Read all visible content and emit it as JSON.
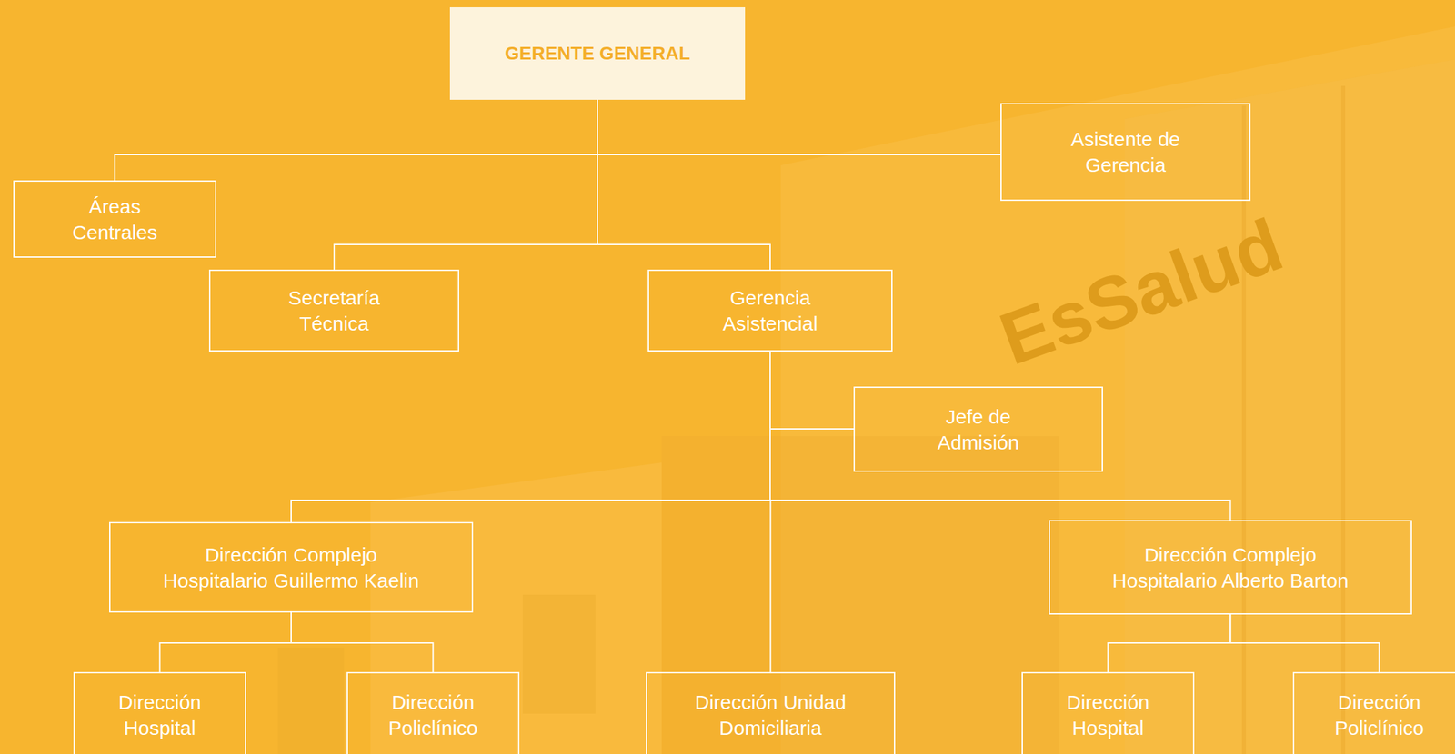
{
  "diagram": {
    "nodes": [
      {
        "text": [
          "GERENTE GENERAL"
        ]
      },
      {
        "text": [
          "Asistente de Gerencia"
        ]
      },
      {
        "text": [
          "Áreas Centrales"
        ]
      },
      {
        "text": [
          "Secretaría Técnica"
        ]
      },
      {
        "text": [
          "Gerencia Asistencial"
        ]
      },
      {
        "text": [
          "Jefe de Admisión"
        ]
      },
      {
        "text": [
          "Dirección Complejo Hospitalario Guillermo Kaelin"
        ]
      },
      {
        "text": [
          "Dirección Complejo Hospitalario Alberto Barton"
        ]
      },
      {
        "text": [
          "Dirección Hospital"
        ]
      },
      {
        "text": [
          "Dirección Policlínico"
        ]
      },
      {
        "text": [
          "Dirección Unidad Domiciliaria"
        ]
      },
      {
        "text": [
          "Dirección Hospital"
        ]
      },
      {
        "text": [
          "Dirección Policlínico"
        ]
      }
    ],
    "edges": [
      {
        "from": 0,
        "to": 2,
        "arrow": "none"
      },
      {
        "from": 0,
        "to": 1,
        "arrow": "none"
      },
      {
        "from": 0,
        "to": 3,
        "arrow": "none"
      },
      {
        "from": 0,
        "to": 4,
        "arrow": "none"
      },
      {
        "from": 4,
        "to": 5,
        "arrow": "none"
      },
      {
        "from": 4,
        "to": 6,
        "arrow": "none"
      },
      {
        "from": 4,
        "to": 10,
        "arrow": "none"
      },
      {
        "from": 4,
        "to": 7,
        "arrow": "none"
      },
      {
        "from": 6,
        "to": 8,
        "arrow": "none"
      },
      {
        "from": 6,
        "to": 9,
        "arrow": "none"
      },
      {
        "from": 7,
        "to": 11,
        "arrow": "none"
      },
      {
        "from": 7,
        "to": 12,
        "arrow": "none"
      }
    ],
    "labels": [
      "EsSalud"
    ]
  }
}
